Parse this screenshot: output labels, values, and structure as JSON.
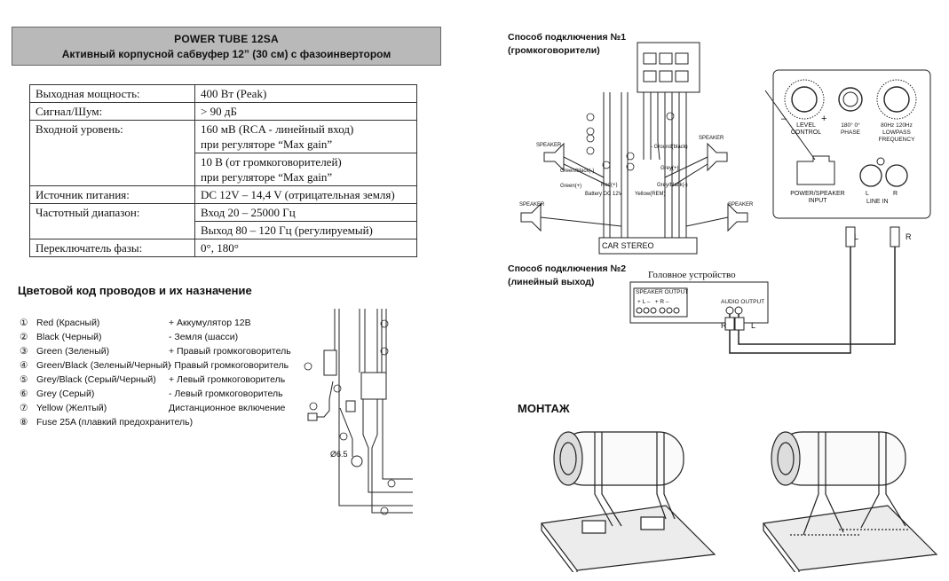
{
  "header": {
    "model": "POWER TUBE 12SA",
    "subtitle": "Активный корпусной сабвуфер 12” (30 см) с фазоинвертором"
  },
  "specs": {
    "rows": [
      {
        "label": "Выходная мощность:",
        "values": [
          "400 Вт (Peak)"
        ]
      },
      {
        "label": "Сигнал/Шум:",
        "values": [
          "> 90 дБ"
        ]
      },
      {
        "label": "Входной уровень:",
        "values": [
          "160 мВ (RCA - линейный вход)",
          "при регуляторе “Max gain”",
          "10 В (от громкоговорителей)",
          "при регуляторе “Max gain”"
        ]
      },
      {
        "label": "Источник питания:",
        "values": [
          "DC 12V – 14,4 V (отрицательная земля)"
        ]
      },
      {
        "label": "Частотный диапазон:",
        "values": [
          "Вход 20 – 25000 Гц",
          "Выход 80 – 120 Гц (регулируемый)"
        ]
      },
      {
        "label": "Переключатель фазы:",
        "values": [
          "0°, 180°"
        ]
      }
    ]
  },
  "wire_section": {
    "title": "Цветовой код проводов и их назначение",
    "items": [
      {
        "num": "①",
        "color": "Red (Красный)",
        "desc": "+ Аккумулятор 12В"
      },
      {
        "num": "②",
        "color": "Black (Черный)",
        "desc": "- Земля (шасси)"
      },
      {
        "num": "③",
        "color": "Green (Зеленый)",
        "desc": "+ Правый громкоговоритель"
      },
      {
        "num": "④",
        "color": "Green/Black (Зеленый/Черный)",
        "desc": "- Правый громкоговоритель"
      },
      {
        "num": "⑤",
        "color": "Grey/Black (Серый/Черный)",
        "desc": "+ Левый громкоговоритель"
      },
      {
        "num": "⑥",
        "color": "Grey (Серый)",
        "desc": "- Левый громкоговоритель"
      },
      {
        "num": "⑦",
        "color": "Yellow (Желтый)",
        "desc": "Дистанционное включение"
      },
      {
        "num": "⑧",
        "color": "Fuse 25A (плавкий предохранитель)",
        "desc": ""
      }
    ],
    "diagram": {
      "callouts": [
        "①",
        "②",
        "③",
        "④",
        "⑤",
        "⑥",
        "⑦",
        "⑧"
      ],
      "ring_label": "Ø6.5"
    }
  },
  "connection1": {
    "title_line1": "Способ подключения №1",
    "title_line2": "(громкоговорители)",
    "speaker_label": "SPEAKER",
    "car_stereo": "CAR STEREO",
    "wire_labels": [
      "- Ground(black)",
      "Grey(+)",
      "Green/black(-)",
      "Red(+)",
      "Green(+)",
      "Battery DC 12V",
      "Grey/black(-)",
      "Yellow(REM)"
    ],
    "callouts": [
      "⑦",
      "⑧",
      "⑤",
      "③",
      "②",
      "⑥",
      "④",
      "①"
    ]
  },
  "connection2": {
    "title_line1": "Способ подключения №2",
    "title_line2": "(линейный выход)",
    "head_unit": "Головное устройство",
    "speaker_output": "SPEAKER OUTPUT",
    "channels": "+ L –   + R –",
    "audio_output": "AUDIO OUTPUT",
    "r": "R",
    "l": "L"
  },
  "amp_panel": {
    "level": "LEVEL CONTROL",
    "minus": "–",
    "plus": "+",
    "phase_values": "180°  0°",
    "phase": "PHASE",
    "lowpass_values": "80Hz  120Hz",
    "lowpass": "LOWPASS FREQUENCY",
    "power_input": "POWER/SPEAKER INPUT",
    "line_in": "LINE IN",
    "l": "L",
    "r": "R"
  },
  "mounting": {
    "title": "МОНТАЖ"
  }
}
